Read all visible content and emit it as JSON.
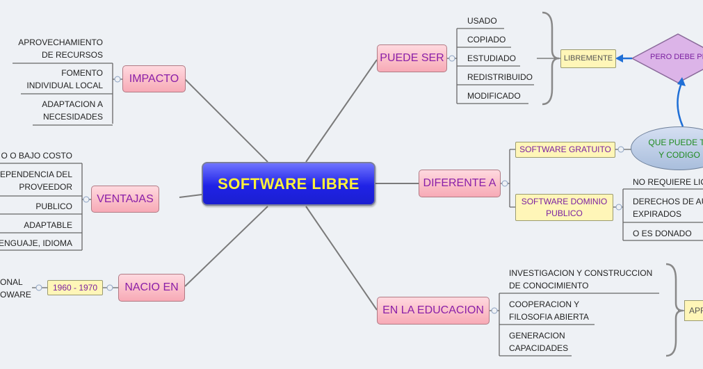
{
  "central": "SOFTWARE LIBRE",
  "branches": {
    "impacto": {
      "label": "IMPACTO",
      "items": [
        [
          "APROVECHAMIENTO",
          "DE RECURSOS"
        ],
        [
          "FOMENTO",
          "INDIVIDUAL LOCAL"
        ],
        [
          "ADAPTACION A",
          "NECESIDADES"
        ]
      ]
    },
    "ventajas": {
      "label": "VENTAJAS",
      "items": [
        [
          "O O BAJO COSTO"
        ],
        [
          "EPENDENCIA DEL",
          "PROVEEDOR"
        ],
        [
          "PUBLICO"
        ],
        [
          "ADAPTABLE"
        ],
        [
          "ENGUAJE, IDIOMA"
        ]
      ]
    },
    "nacio": {
      "label": "NACIO EN",
      "date": "1960 - 1970",
      "left_text": [
        "ONAL",
        "OWARE"
      ]
    },
    "puede_ser": {
      "label": "PUEDE SER",
      "items": [
        "USADO",
        "COPIADO",
        "ESTUDIADO",
        "REDISTRIBUIDO",
        "MODIFICADO"
      ],
      "summary": "LIBREMENTE",
      "diamond": "PERO DEBE PE"
    },
    "diferente": {
      "label": "DIFERENTE A",
      "gratuito": "SOFTWARE GRATUITO",
      "oval": [
        "QUE PUEDE TE",
        "Y CODIGO"
      ],
      "dominio": [
        "SOFTWARE DOMINIO",
        "PUBLICO"
      ],
      "dominio_items": [
        [
          "NO REQUIERE LIC"
        ],
        [
          "DERECHOS DE AU",
          "EXPIRADOS"
        ],
        [
          "O ES DONADO"
        ]
      ]
    },
    "educacion": {
      "label": "EN LA EDUCACION",
      "items": [
        [
          "INVESTIGACION Y CONSTRUCCION",
          "DE CONOCIMIENTO"
        ],
        [
          "COOPERACION Y",
          "FILOSOFIA ABIERTA"
        ],
        [
          "GENERACION",
          "CAPACIDADES"
        ]
      ],
      "summary": "APR"
    }
  }
}
